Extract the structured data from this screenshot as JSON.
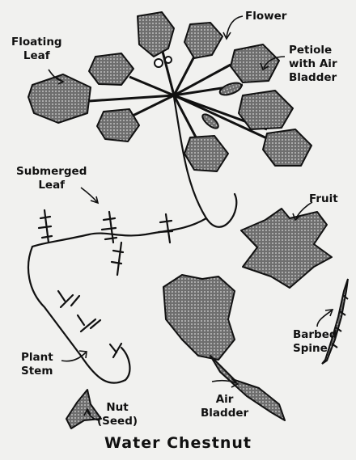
{
  "title": "Water Chestnut",
  "labels": {
    "flower": [
      "Flower"
    ],
    "floating_leaf": [
      "Floating",
      "Leaf"
    ],
    "petiole": [
      "Petiole",
      "with Air",
      "Bladder"
    ],
    "submerged_leaf": [
      "Submerged",
      "Leaf"
    ],
    "fruit": [
      "Fruit"
    ],
    "barbed_spine": [
      "Barbed",
      "Spine"
    ],
    "plant_stem": [
      "Plant",
      "Stem"
    ],
    "air_bladder": [
      "Air",
      "Bladder"
    ],
    "nut": [
      "Nut",
      "(Seed)"
    ]
  },
  "colors": {
    "ink": "#111111",
    "fill": "#7a7a7a",
    "background": "#f1f1ef"
  }
}
